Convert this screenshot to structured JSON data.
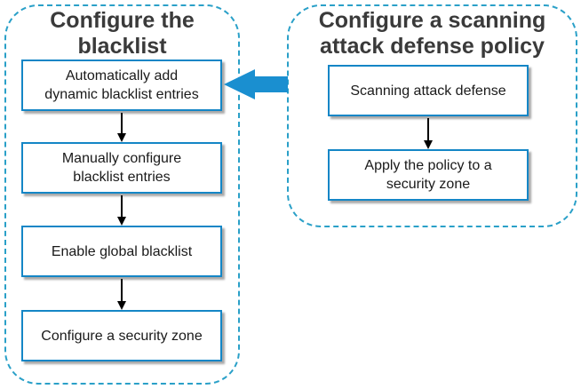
{
  "left_group": {
    "title_line1": "Configure the",
    "title_line2": "blacklist",
    "steps": [
      {
        "line1": "Automatically add",
        "line2": "dynamic blacklist entries"
      },
      {
        "line1": "Manually configure",
        "line2": "blacklist entries"
      },
      {
        "line1": "Enable global blacklist",
        "line2": ""
      },
      {
        "line1": "Configure a security zone",
        "line2": ""
      }
    ]
  },
  "right_group": {
    "title_line1": "Configure a scanning",
    "title_line2": "attack defense policy",
    "steps": [
      {
        "line1": "Scanning attack defense",
        "line2": ""
      },
      {
        "line1": "Apply the policy to a",
        "line2": "security zone"
      }
    ]
  },
  "colors": {
    "dashed_border": "#2aa0c8",
    "box_border": "#1486c6",
    "big_arrow": "#1a8fd0",
    "connector": "#000000"
  }
}
